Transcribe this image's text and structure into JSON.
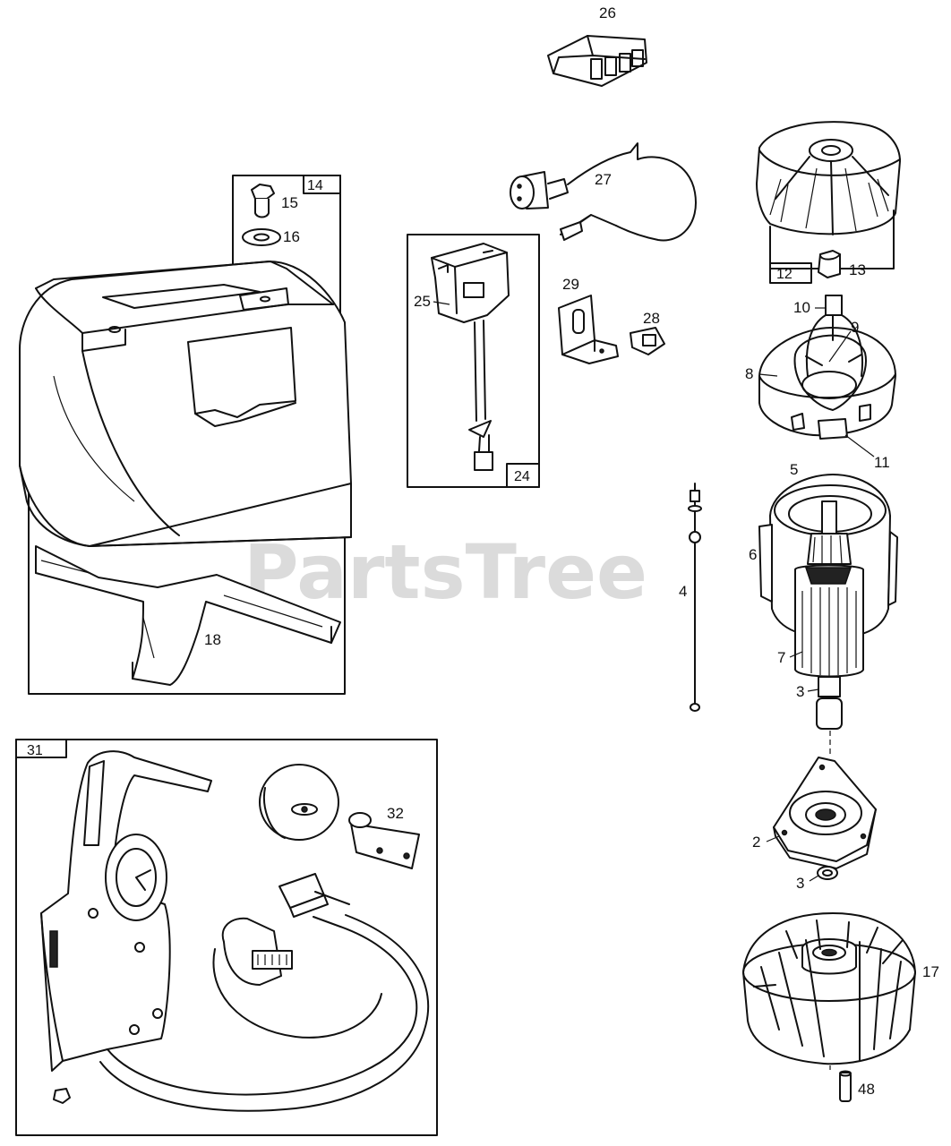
{
  "diagram": {
    "callouts": {
      "p2": "2",
      "p3a": "3",
      "p3b": "3",
      "p4": "4",
      "p5": "5",
      "p6": "6",
      "p7": "7",
      "p8": "8",
      "p9": "9",
      "p10": "10",
      "p11": "11",
      "p12": "12",
      "p13": "13",
      "p14": "14",
      "p15": "15",
      "p16": "16",
      "p17": "17",
      "p18": "18",
      "p24": "24",
      "p25": "25",
      "p26": "26",
      "p27": "27",
      "p28": "28",
      "p29": "29",
      "p31": "31",
      "p32": "32",
      "p48": "48"
    },
    "watermark": "PartsTree",
    "trademark": "™"
  }
}
